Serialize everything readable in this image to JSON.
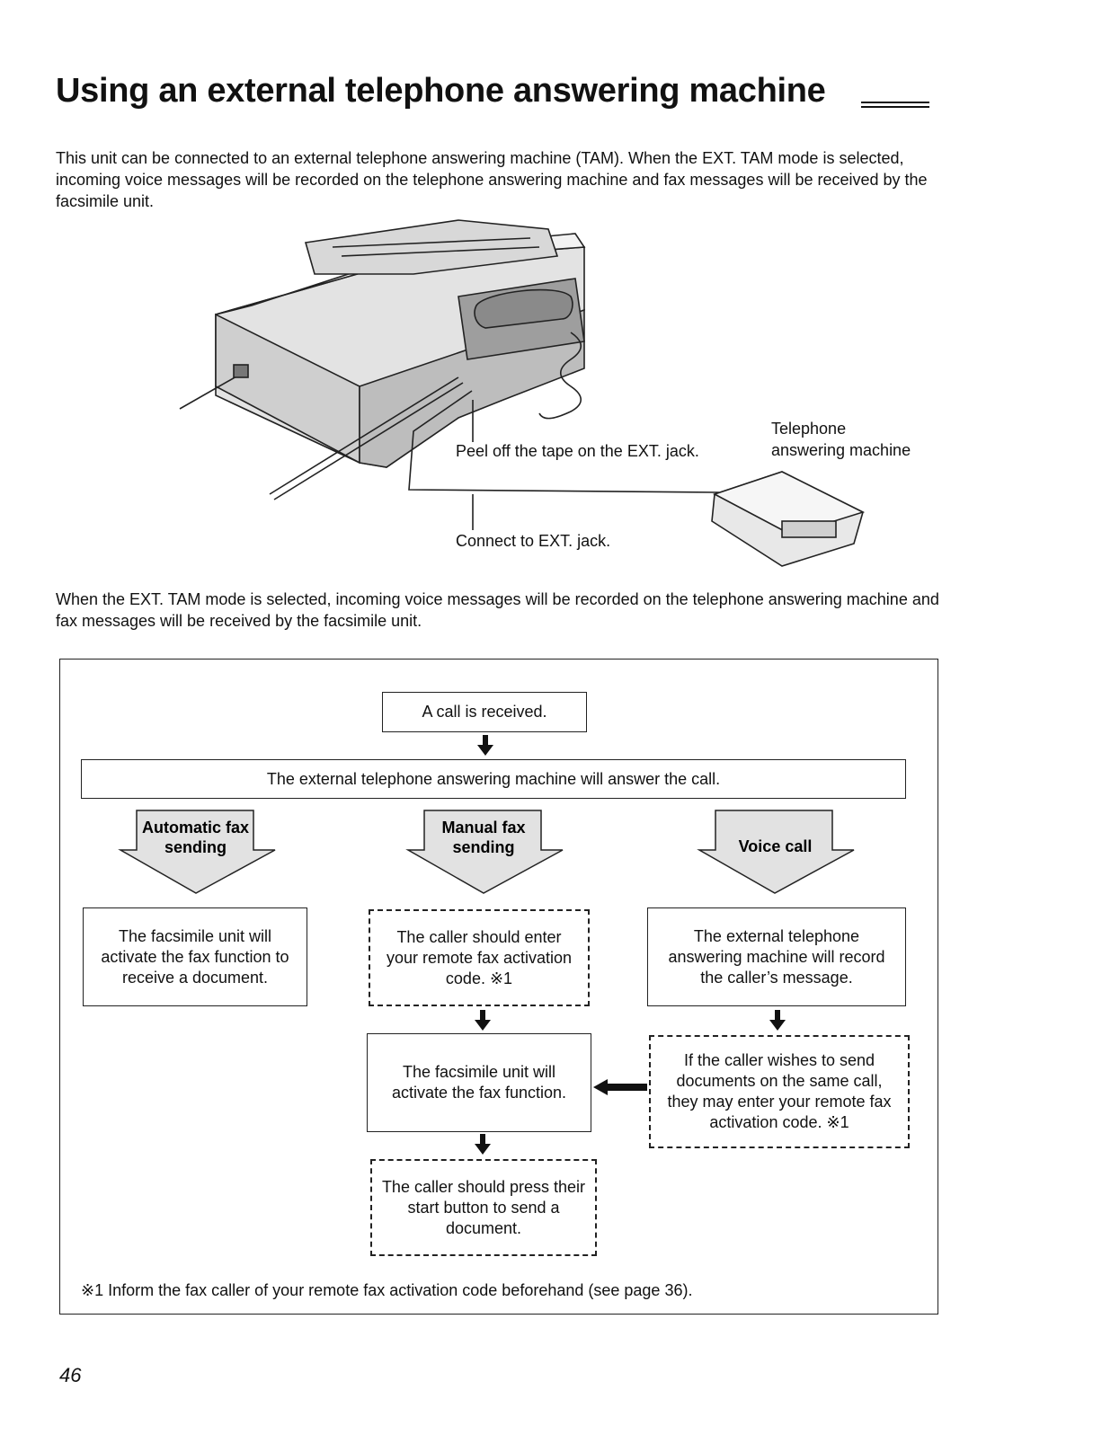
{
  "title": "Using an external telephone answering machine",
  "intro": "This unit can be connected to an external telephone answering machine (TAM). When the EXT. TAM mode is selected, incoming voice messages will be recorded on the telephone answering machine and fax messages will be received by the facsimile unit.",
  "figure": {
    "peel_caption": "Peel off the tape on the EXT. jack.",
    "connect_caption": "Connect to EXT. jack.",
    "tam_caption_line1": "Telephone",
    "tam_caption_line2": "answering machine"
  },
  "mode_paragraph": "When the EXT. TAM mode is selected, incoming voice messages will be recorded on the telephone answering machine and fax messages will be received by the facsimile unit.",
  "flow": {
    "call_received": "A call is received.",
    "tam_answers": "The external telephone answering machine will answer the call.",
    "modes": {
      "automatic": "Automatic fax sending",
      "manual": "Manual fax sending",
      "voice": "Voice call"
    },
    "auto_box": "The facsimile unit will activate the fax function to receive a document.",
    "manual_box": "The caller should enter your remote fax activation code. ※1",
    "voice_box": "The external telephone answering machine will record the caller’s message.",
    "activate_box": "The facsimile unit will activate the fax function.",
    "voice_send_box": "If the caller wishes to send documents on the same call, they may enter your remote fax activation code. ※1",
    "press_start_box": "The caller should press their start button to send a document."
  },
  "footnote": "※1 Inform the fax caller of your remote fax activation code beforehand (see page 36).",
  "page_number": "46"
}
